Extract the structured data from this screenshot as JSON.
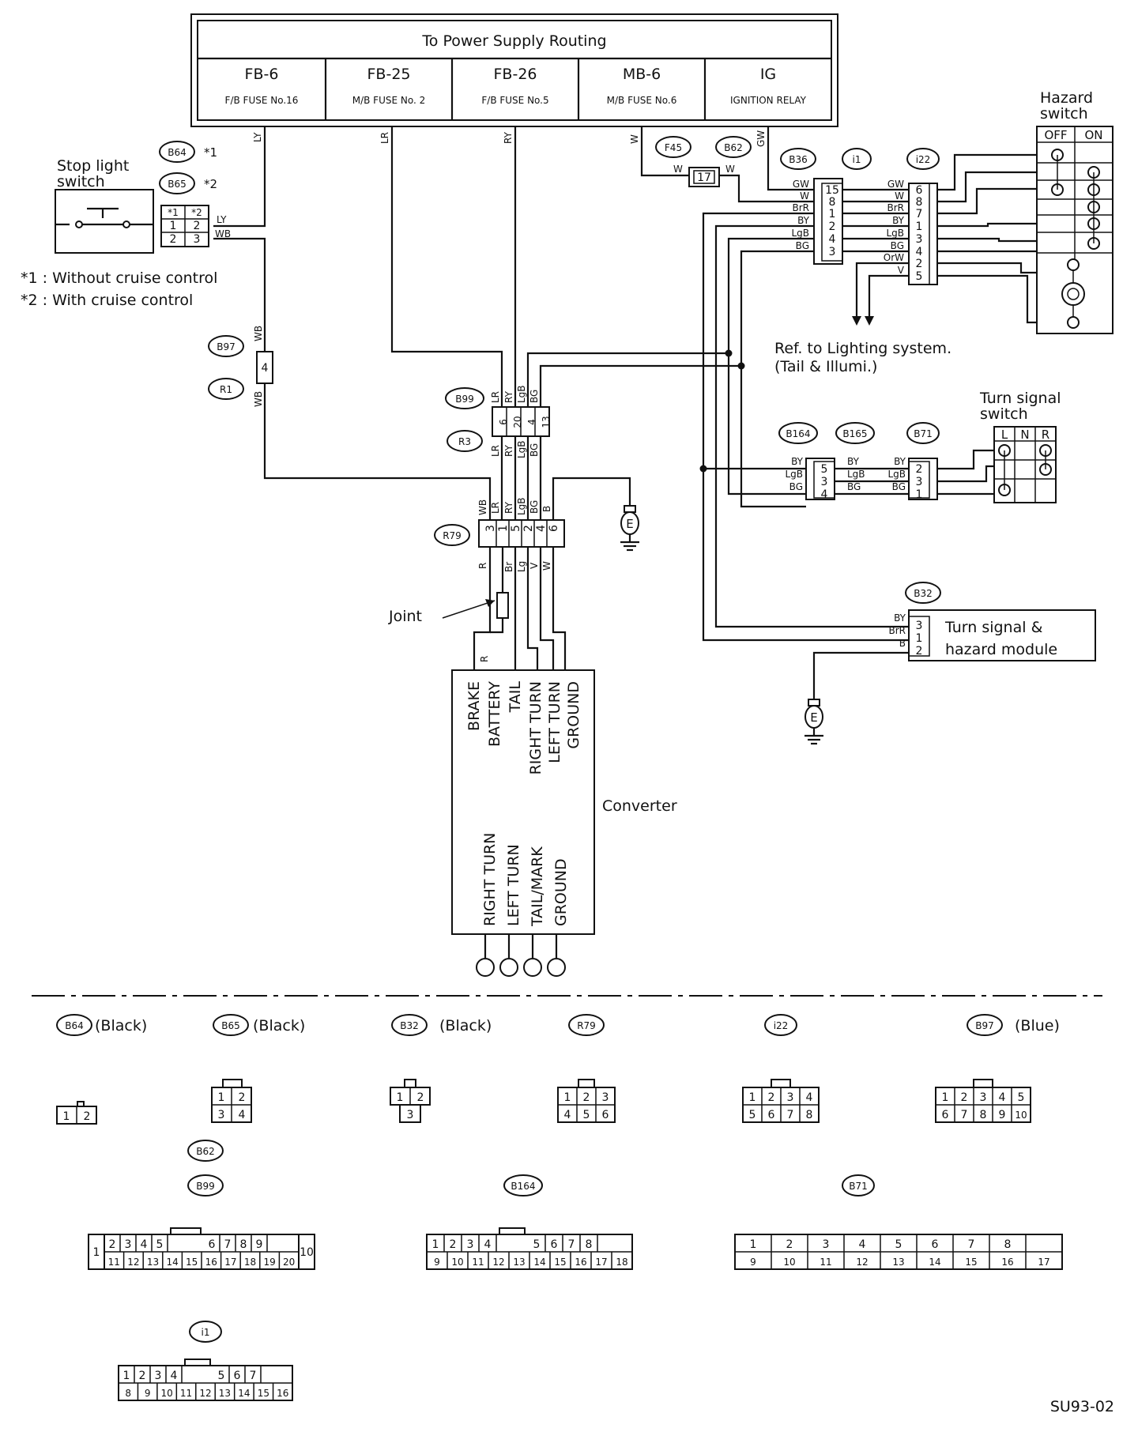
{
  "power_supply": {
    "title": "To Power Supply Routing",
    "columns": [
      {
        "code": "FB-6",
        "desc": "F/B FUSE No.16"
      },
      {
        "code": "FB-25",
        "desc": "M/B FUSE No. 2"
      },
      {
        "code": "FB-26",
        "desc": "F/B FUSE No.5"
      },
      {
        "code": "MB-6",
        "desc": "M/B FUSE No.6"
      },
      {
        "code": "IG",
        "desc": "IGNITION RELAY"
      }
    ]
  },
  "stop_light": {
    "label_line1": "Stop light",
    "label_line2": "switch",
    "tag_b64": "B64",
    "tag_b65": "B65",
    "mark1": "*1",
    "mark2": "*2",
    "note1": "*1 : Without cruise control",
    "note2": "*2 : With cruise control",
    "pins": [
      "*1",
      "*2",
      "1",
      "2",
      "2",
      "3"
    ],
    "wire_ly": "LY",
    "wire_wb": "WB"
  },
  "wires": {
    "ly": "LY",
    "lr": "LR",
    "ry": "RY",
    "w": "W",
    "gw": "GW",
    "wb": "WB",
    "lgb": "LgB",
    "bg": "BG",
    "by": "BY",
    "brr": "BrR",
    "orw": "OrW",
    "v": "V",
    "r": "R",
    "br": "Br",
    "lg": "Lg",
    "b": "B"
  },
  "connectors": {
    "f45": "F45",
    "b62": "B62",
    "b36": "B36",
    "i1": "i1",
    "i22": "i22",
    "b97": "B97",
    "r1": "R1",
    "b99": "B99",
    "r3": "R3",
    "r79": "R79",
    "b164": "B164",
    "b165": "B165",
    "b71": "B71",
    "b32": "B32"
  },
  "fuse_f45_pin": "17",
  "b36_pins": [
    "15",
    "8",
    "1",
    "2",
    "4",
    "3"
  ],
  "i22_pins": [
    "6",
    "8",
    "7",
    "1",
    "3",
    "4",
    "2",
    "5"
  ],
  "b97_pin": "4",
  "b99_pins": [
    "6",
    "20",
    "4",
    "13"
  ],
  "r79_pins": [
    "3",
    "1",
    "5",
    "2",
    "4",
    "6"
  ],
  "b164_pins": [
    "5",
    "3",
    "4"
  ],
  "b71_pins": [
    "2",
    "3",
    "1"
  ],
  "b32_pins": [
    "3",
    "1",
    "2"
  ],
  "hazard": {
    "line1": "Hazard",
    "line2": "switch",
    "off": "OFF",
    "on": "ON"
  },
  "turn_signal_switch": {
    "line1": "Turn signal",
    "line2": "switch",
    "cols": [
      "L",
      "N",
      "R"
    ]
  },
  "lighting_ref": {
    "line1": "Ref. to Lighting system.",
    "line2": "(Tail & Illumi.)"
  },
  "module": {
    "line1": "Turn signal &",
    "line2": "hazard module"
  },
  "joint_label": "Joint",
  "ground_label": "E",
  "converter": {
    "label": "Converter",
    "inputs": [
      "BRAKE",
      "BATTERY",
      "TAIL",
      "RIGHT TURN",
      "LEFT TURN",
      "GROUND"
    ],
    "outputs": [
      "RIGHT TURN",
      "LEFT TURN",
      "TAIL/MARK",
      "GROUND"
    ]
  },
  "legend": {
    "b64": {
      "tag": "B64",
      "color": "(Black)",
      "pins": [
        "1",
        "2"
      ]
    },
    "b65": {
      "tag": "B65",
      "color": "(Black)",
      "pins": [
        "1",
        "2",
        "3",
        "4"
      ]
    },
    "b32": {
      "tag": "B32",
      "color": "(Black)",
      "pins": [
        "1",
        "2",
        "3"
      ]
    },
    "r79": {
      "tag": "R79",
      "pins": [
        "1",
        "2",
        "3",
        "4",
        "5",
        "6"
      ]
    },
    "i22": {
      "tag": "i22",
      "pins": [
        "1",
        "2",
        "3",
        "4",
        "5",
        "6",
        "7",
        "8"
      ]
    },
    "b97": {
      "tag": "B97",
      "color": "(Blue)",
      "pins": [
        "1",
        "2",
        "3",
        "4",
        "5",
        "6",
        "7",
        "8",
        "9",
        "10"
      ]
    },
    "b62": {
      "tag": "B62"
    },
    "b99": {
      "tag": "B99",
      "top": [
        "2",
        "3",
        "4",
        "5",
        "6",
        "7",
        "8",
        "9"
      ],
      "bottom": [
        "11",
        "12",
        "13",
        "14",
        "15",
        "16",
        "17",
        "18",
        "19",
        "20"
      ],
      "left": "1",
      "right": "10"
    },
    "b164": {
      "tag": "B164",
      "top": [
        "1",
        "2",
        "3",
        "4",
        "5",
        "6",
        "7",
        "8"
      ],
      "bottom": [
        "9",
        "10",
        "11",
        "12",
        "13",
        "14",
        "15",
        "16",
        "17",
        "18"
      ]
    },
    "b71": {
      "tag": "B71",
      "top": [
        "1",
        "2",
        "3",
        "4",
        "5",
        "6",
        "7",
        "8"
      ],
      "bottom": [
        "9",
        "10",
        "11",
        "12",
        "13",
        "14",
        "15",
        "16",
        "17"
      ]
    },
    "i1": {
      "tag": "i1",
      "top": [
        "1",
        "2",
        "3",
        "4",
        "5",
        "6",
        "7"
      ],
      "bottom": [
        "8",
        "9",
        "10",
        "11",
        "12",
        "13",
        "14",
        "15",
        "16"
      ]
    }
  },
  "code": "SU93-02"
}
